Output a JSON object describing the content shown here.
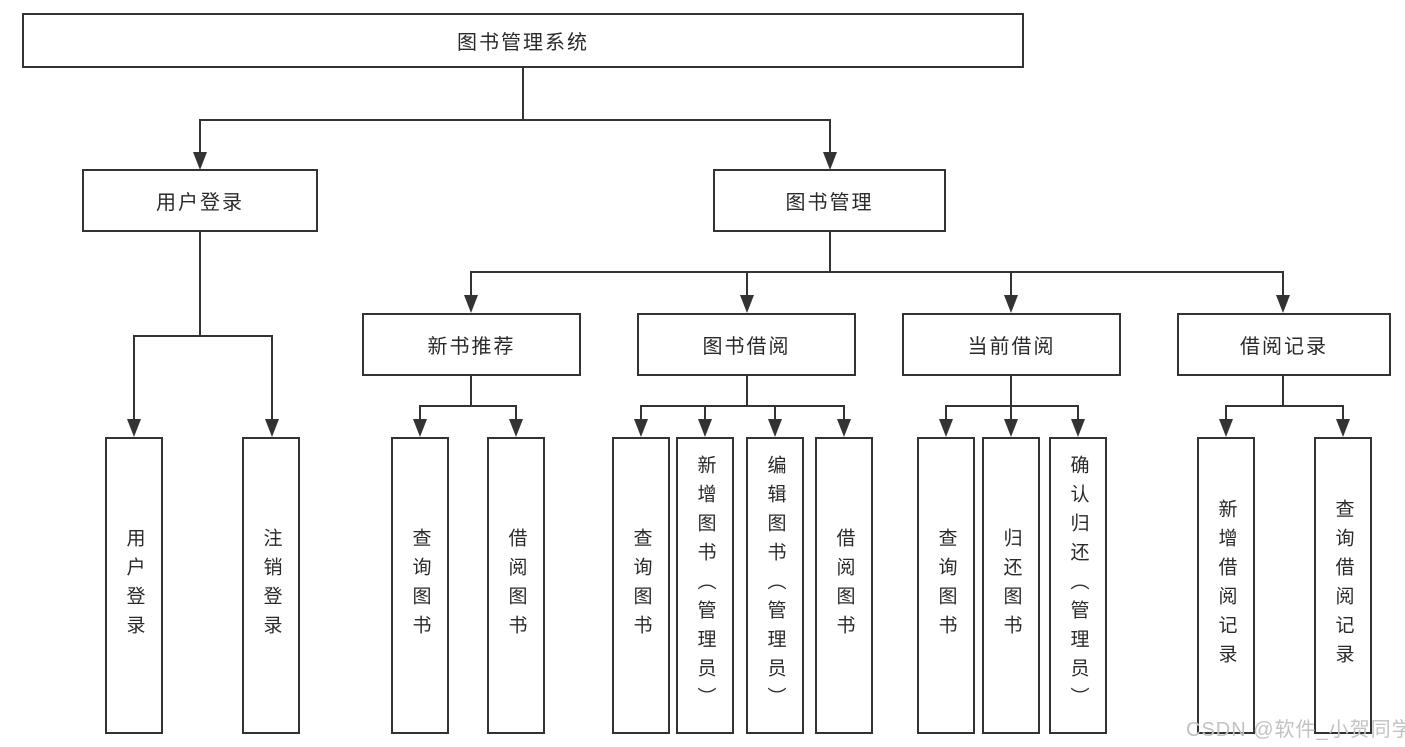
{
  "diagram": {
    "root": {
      "label": "图书管理系统"
    },
    "branches": [
      {
        "label": "用户登录",
        "children": [
          {
            "label": "用户登录"
          },
          {
            "label": "注销登录"
          }
        ]
      },
      {
        "label": "图书管理",
        "children": [
          {
            "label": "新书推荐",
            "children": [
              {
                "label": "查询图书"
              },
              {
                "label": "借阅图书"
              }
            ]
          },
          {
            "label": "图书借阅",
            "children": [
              {
                "label": "查询图书"
              },
              {
                "label": "新增图书（管理员）"
              },
              {
                "label": "编辑图书（管理员）"
              },
              {
                "label": "借阅图书"
              }
            ]
          },
          {
            "label": "当前借阅",
            "children": [
              {
                "label": "查询图书"
              },
              {
                "label": "归还图书"
              },
              {
                "label": "确认归还（管理员）"
              }
            ]
          },
          {
            "label": "借阅记录",
            "children": [
              {
                "label": "新增借阅记录"
              },
              {
                "label": "查询借阅记录"
              }
            ]
          }
        ]
      }
    ]
  },
  "watermark": {
    "text": "CSDN @软件_小贺同学"
  },
  "colors": {
    "line": "#333333",
    "box_background": "#ffffff",
    "text": "#2a2a2a",
    "watermark": "#c2c2c2"
  }
}
